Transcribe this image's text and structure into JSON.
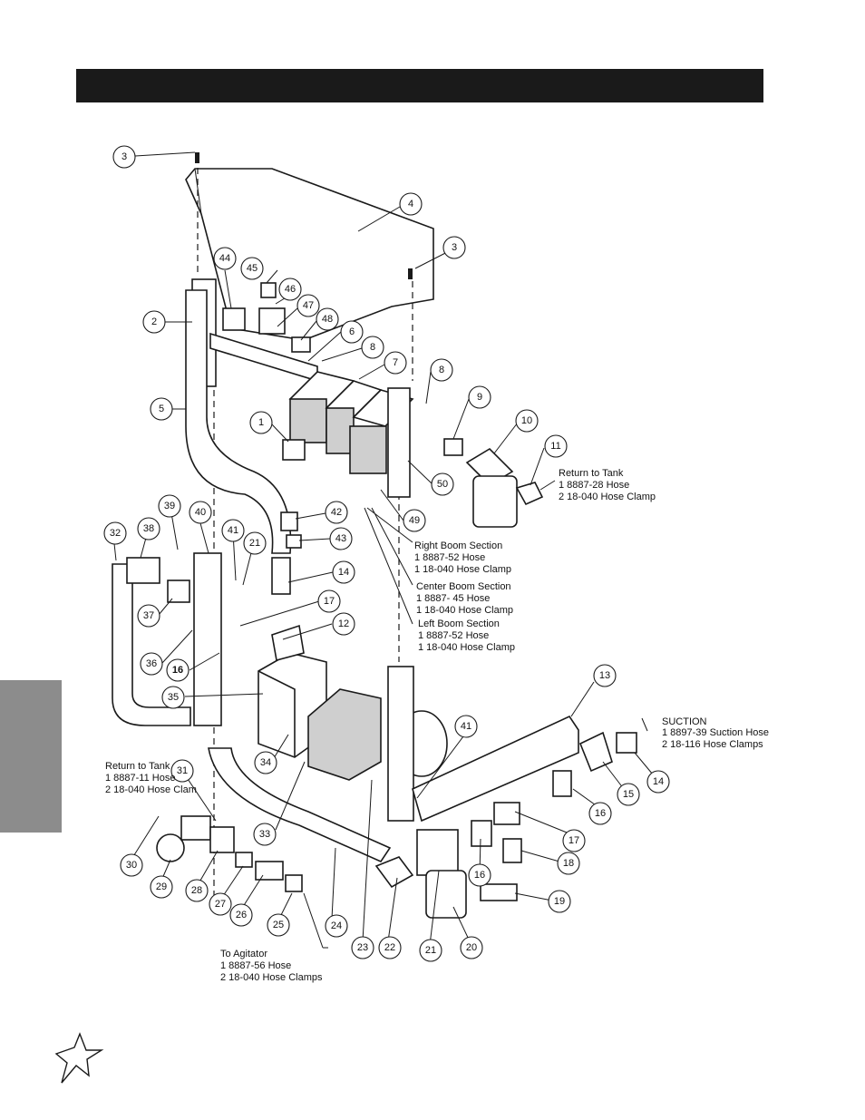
{
  "header": {
    "title": ""
  },
  "callouts": [
    {
      "num": "1"
    },
    {
      "num": "2"
    },
    {
      "num": "3"
    },
    {
      "num": "3"
    },
    {
      "num": "4"
    },
    {
      "num": "5"
    },
    {
      "num": "6"
    },
    {
      "num": "7"
    },
    {
      "num": "8"
    },
    {
      "num": "8"
    },
    {
      "num": "9"
    },
    {
      "num": "10"
    },
    {
      "num": "11"
    },
    {
      "num": "12"
    },
    {
      "num": "13"
    },
    {
      "num": "14"
    },
    {
      "num": "14"
    },
    {
      "num": "15"
    },
    {
      "num": "16"
    },
    {
      "num": "16"
    },
    {
      "num": "16"
    },
    {
      "num": "17"
    },
    {
      "num": "17"
    },
    {
      "num": "18"
    },
    {
      "num": "19"
    },
    {
      "num": "20"
    },
    {
      "num": "21"
    },
    {
      "num": "21"
    },
    {
      "num": "22"
    },
    {
      "num": "23"
    },
    {
      "num": "24"
    },
    {
      "num": "25"
    },
    {
      "num": "26"
    },
    {
      "num": "27"
    },
    {
      "num": "28"
    },
    {
      "num": "29"
    },
    {
      "num": "30"
    },
    {
      "num": "31"
    },
    {
      "num": "32"
    },
    {
      "num": "33"
    },
    {
      "num": "34"
    },
    {
      "num": "35"
    },
    {
      "num": "36"
    },
    {
      "num": "37"
    },
    {
      "num": "38"
    },
    {
      "num": "39"
    },
    {
      "num": "40"
    },
    {
      "num": "41"
    },
    {
      "num": "41"
    },
    {
      "num": "42"
    },
    {
      "num": "43"
    },
    {
      "num": "44"
    },
    {
      "num": "45"
    },
    {
      "num": "46"
    },
    {
      "num": "47"
    },
    {
      "num": "48"
    },
    {
      "num": "49"
    },
    {
      "num": "50"
    }
  ],
  "notes": [
    {
      "id": "return-tank-right",
      "lines": [
        "Return to Tank",
        "1  8887-28 Hose",
        "2  18-040 Hose Clamp"
      ]
    },
    {
      "id": "right-boom",
      "lines": [
        "Right Boom Section",
        "1  8887-52 Hose",
        "1  18-040 Hose Clamp"
      ]
    },
    {
      "id": "center-boom",
      "lines": [
        "Center Boom Section",
        "1  8887- 45 Hose",
        "1  18-040 Hose Clamp"
      ]
    },
    {
      "id": "left-boom",
      "lines": [
        "Left Boom Section",
        "1  8887-52 Hose",
        "1  18-040 Hose Clamp"
      ]
    },
    {
      "id": "suction",
      "lines": [
        "SUCTION",
        "1  8897-39 Suction Hose",
        "2  18-116 Hose Clamps"
      ]
    },
    {
      "id": "return-tank-left",
      "lines": [
        "Return to Tank",
        "1  8887-11 Hose",
        "2  18-040 Hose Clam"
      ]
    },
    {
      "id": "to-agitator",
      "lines": [
        "To Agitator",
        "1  8887-56 Hose",
        "2  18-040 Hose Clamps"
      ]
    }
  ]
}
